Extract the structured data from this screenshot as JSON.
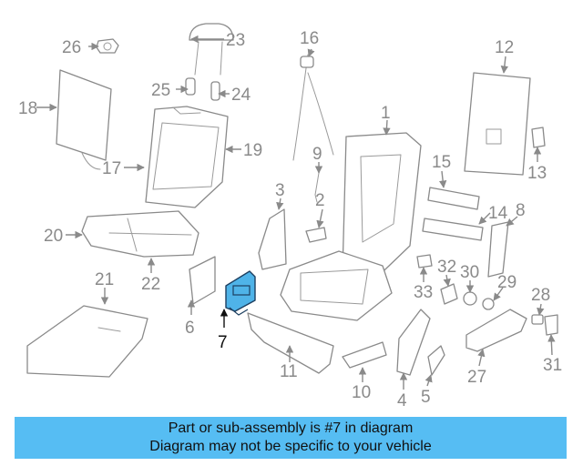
{
  "diagram": {
    "highlight_color": "#4fb3e8",
    "highlighted_callout": "7",
    "callouts": [
      "1",
      "2",
      "3",
      "4",
      "5",
      "6",
      "7",
      "8",
      "9",
      "10",
      "11",
      "12",
      "13",
      "14",
      "15",
      "16",
      "17",
      "18",
      "19",
      "20",
      "21",
      "22",
      "23",
      "24",
      "25",
      "26",
      "27",
      "28",
      "29",
      "30",
      "31",
      "32",
      "33"
    ]
  },
  "banner": {
    "line1": "Part or sub-assembly is #7 in diagram",
    "line2": "Diagram may not be specific to your vehicle",
    "background": "#56bdf3"
  }
}
